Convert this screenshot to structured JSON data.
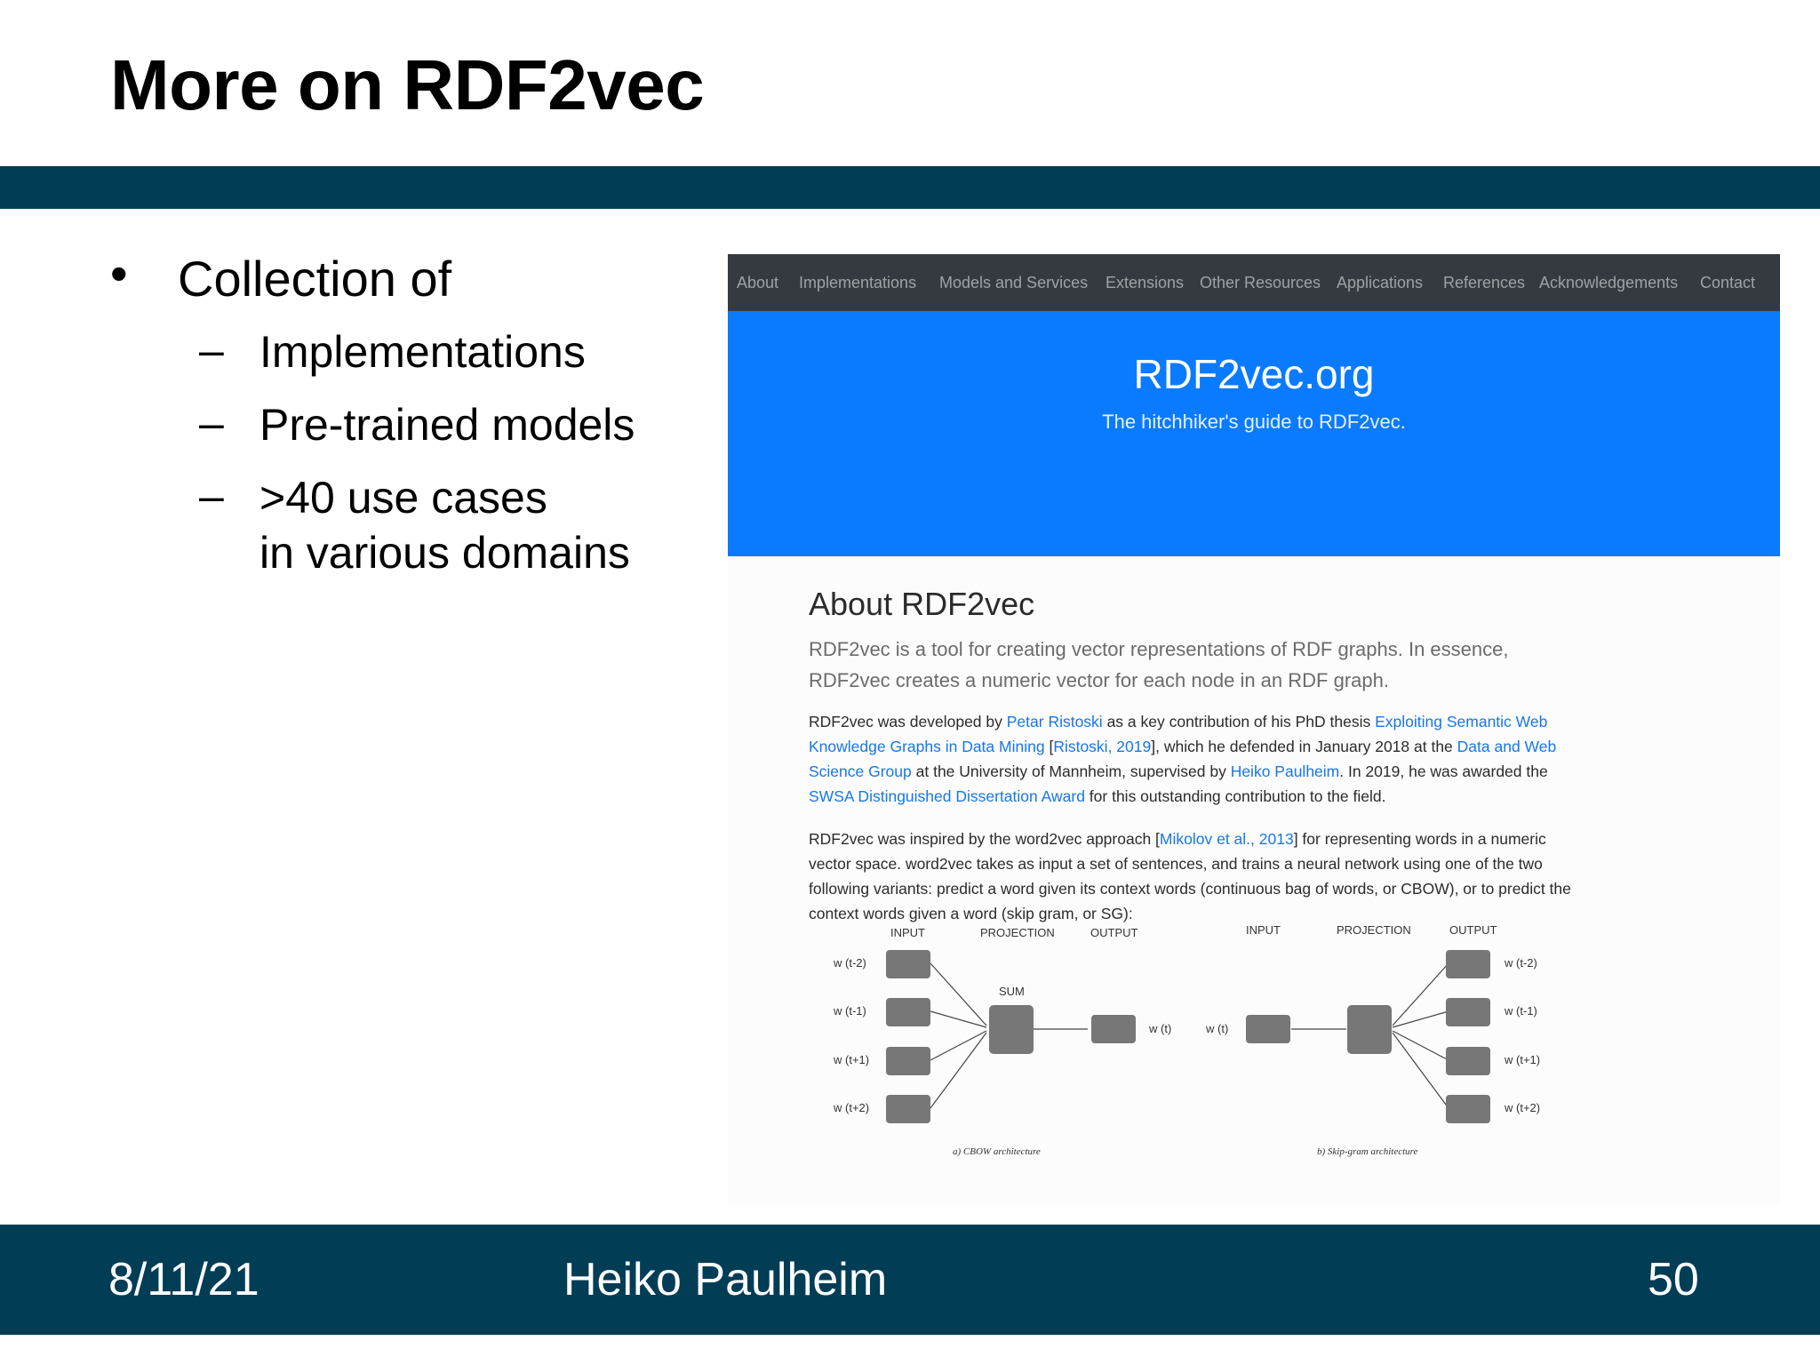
{
  "slide": {
    "title": "More on RDF2vec",
    "bullet": "Collection of",
    "bullet_mark": "•",
    "sub_dash": "–",
    "sub_bullets": [
      "Implementations",
      "Pre-trained models",
      ">40 use cases",
      "in various domains"
    ]
  },
  "footer": {
    "date": "8/11/21",
    "author": "Heiko Paulheim",
    "page": "50"
  },
  "website": {
    "nav": [
      "About",
      "Implementations",
      "Models and Services",
      "Extensions",
      "Other Resources",
      "Applications",
      "References",
      "Acknowledgements",
      "Contact"
    ],
    "hero_title": "RDF2vec.org",
    "hero_subtitle": "The hitchhiker's guide to RDF2vec.",
    "about_heading": "About RDF2vec",
    "lead": "RDF2vec is a tool for creating vector representations of RDF graphs. In essence, RDF2vec creates a numeric vector for each node in an RDF graph.",
    "p1": {
      "t1": "RDF2vec was developed by ",
      "l1": "Petar Ristoski",
      "t2": " as a key contribution of his PhD thesis ",
      "l2": "Exploiting Semantic Web Knowledge Graphs in Data Mining",
      "t3": " [",
      "l3": "Ristoski, 2019",
      "t4": "], which he defended in January 2018 at the ",
      "l4": "Data and Web Science Group",
      "t5": " at the University of Mannheim, supervised by ",
      "l5": "Heiko Paulheim",
      "t6": ". In 2019, he was awarded the ",
      "l6": "SWSA Distinguished Dissertation Award",
      "t7": " for this outstanding contribution to the field."
    },
    "p2": {
      "t1": "RDF2vec was inspired by the word2vec approach [",
      "l1": "Mikolov et al., 2013",
      "t2": "] for representing words in a numeric vector space. word2vec takes as input a set of sentences, and trains a neural network using one of the two following variants: predict a word given its context words (continuous bag of words, or CBOW), or to predict the context words given a word (skip gram, or SG):"
    },
    "diagram": {
      "cbow": {
        "input_header": "INPUT",
        "projection_header": "PROJECTION",
        "output_header": "OUTPUT",
        "sum_label": "SUM",
        "inputs": [
          "w (t-2)",
          "w (t-1)",
          "w (t+1)",
          "w (t+2)"
        ],
        "output": "w (t)",
        "caption": "a) CBOW architecture"
      },
      "skipgram": {
        "input_header": "INPUT",
        "projection_header": "PROJECTION",
        "output_header": "OUTPUT",
        "input": "w (t)",
        "outputs": [
          "w (t-2)",
          "w (t-1)",
          "w (t+1)",
          "w (t+2)"
        ],
        "caption": "b) Skip-gram architecture"
      }
    }
  },
  "colors": {
    "bar": "#023d56",
    "nav": "#343a40",
    "hero": "#0a7bff",
    "link": "#1877e8",
    "node": "#777777"
  }
}
